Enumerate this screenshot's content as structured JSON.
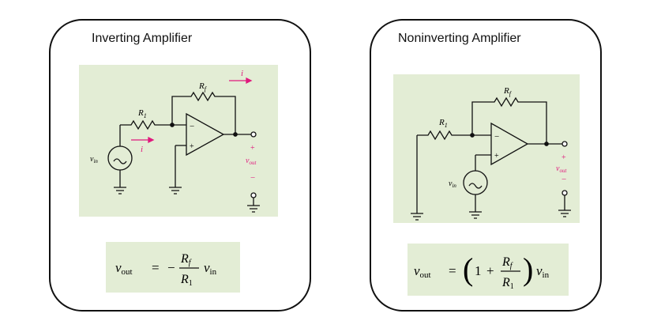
{
  "inverting": {
    "title": "Inverting Amplifier",
    "labels": {
      "rf": "R",
      "rf_sub": "f",
      "r1": "R",
      "r1_sub": "1",
      "i_top": "i",
      "i_bottom": "i",
      "vin": "v",
      "vin_sub": "in",
      "vout": "v",
      "vout_sub": "out",
      "minus": "−",
      "plus": "+",
      "out_plus": "+",
      "out_minus": "−"
    },
    "equation": {
      "lhs": "v",
      "lhs_sub": "out",
      "eq": "=",
      "sign": "−",
      "num": "R",
      "num_sub": "f",
      "den": "R",
      "den_sub": "1",
      "rhs": "v",
      "rhs_sub": "in"
    }
  },
  "noninverting": {
    "title": "Noninverting Amplifier",
    "labels": {
      "rf": "R",
      "rf_sub": "f",
      "r1": "R",
      "r1_sub": "1",
      "vin": "v",
      "vin_sub": "in",
      "vout": "v",
      "vout_sub": "out",
      "minus": "−",
      "plus": "+",
      "out_plus": "+",
      "out_minus": "−"
    },
    "equation": {
      "lhs": "v",
      "lhs_sub": "out",
      "eq": "=",
      "lparen": "(",
      "one": "1",
      "plus": "+",
      "num": "R",
      "num_sub": "f",
      "den": "R",
      "den_sub": "1",
      "rparen": ")",
      "rhs": "v",
      "rhs_sub": "in"
    }
  },
  "colors": {
    "panel_bg": "#e3edd5",
    "wire": "#111111",
    "arrow": "#e0197d"
  }
}
